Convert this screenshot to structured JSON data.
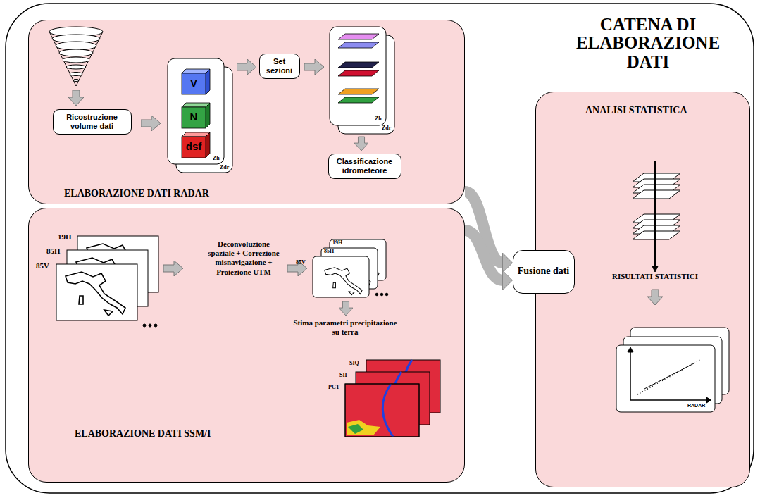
{
  "diagram": {
    "title": "CATENA DI ELABORAZIONE DATI",
    "nodes": [
      {
        "text": [
          "ELABORAZIONE DATI RADAR"
        ]
      },
      {
        "text": [
          "Ricostruzione volume dati"
        ],
        "in": 0
      },
      {
        "text": [
          "Set sezioni"
        ],
        "in": 0
      },
      {
        "text": [
          "Classificazione idrometeore"
        ],
        "in": 0
      },
      {
        "text": [
          "ELABORAZIONE DATI SSM/I"
        ]
      },
      {
        "text": [
          "ANALISI STATISTICA"
        ]
      },
      {
        "text": [
          "Fusione dati"
        ],
        "in": 5
      }
    ],
    "edges": [
      {
        "from": 0,
        "to": 6,
        "arrow": "to"
      },
      {
        "from": 4,
        "to": 6,
        "arrow": "to"
      }
    ],
    "labels": [
      "V",
      "N",
      "dsf",
      "Zh",
      "Zdr",
      "Zh",
      "Zdr",
      "19H",
      "85H",
      "85V",
      "Deconvoluzione spaziale + Correzione misnavigazione + Proiezione UTM",
      "19H",
      "85H",
      "85V",
      "Stima parametri precipitazione su terra",
      "SIQ",
      "SII",
      "PCT",
      "RISULTATI STATISTICI",
      "RADAR"
    ]
  }
}
